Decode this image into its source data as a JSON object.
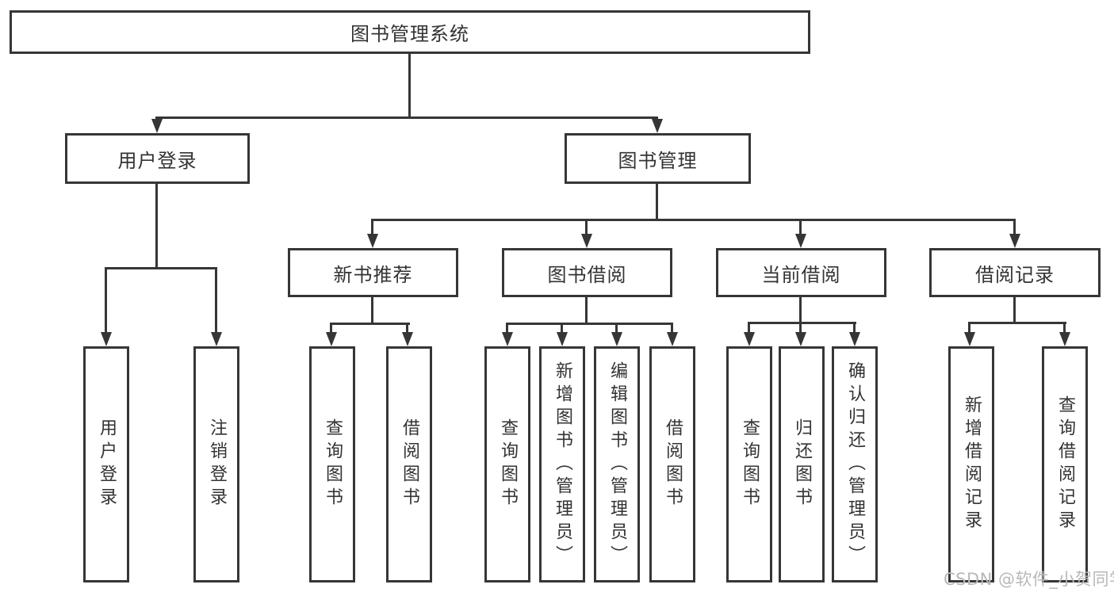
{
  "diagram": {
    "type": "tree",
    "title": "图书管理系统",
    "colors": {
      "line": "#363636",
      "text": "#333333",
      "background": "#ffffff",
      "watermark": "#b8b8b8"
    },
    "nodes": {
      "root": "图书管理系统",
      "l2_user_login": "用户登录",
      "l2_book_mgmt": "图书管理",
      "l3_new_book_rec": "新书推荐",
      "l3_book_borrow": "图书借阅",
      "l3_current_borrow": "当前借阅",
      "l3_borrow_records": "借阅记录",
      "leaf_user_login": "用户登录",
      "leaf_logout": "注销登录",
      "leaf_query_books_1": "查询图书",
      "leaf_borrow_books_1": "借阅图书",
      "leaf_query_books_2": "查询图书",
      "leaf_add_books_admin": "新增图书（管理员）",
      "leaf_edit_books_admin": "编辑图书（管理员）",
      "leaf_borrow_books_2": "借阅图书",
      "leaf_query_books_3": "查询图书",
      "leaf_return_books": "归还图书",
      "leaf_confirm_return_admin": "确认归还（管理员）",
      "leaf_add_borrow_record": "新增借阅记录",
      "leaf_query_borrow_record": "查询借阅记录"
    },
    "hierarchy": {
      "图书管理系统": {
        "用户登录": [
          "用户登录",
          "注销登录"
        ],
        "图书管理": {
          "新书推荐": [
            "查询图书",
            "借阅图书"
          ],
          "图书借阅": [
            "查询图书",
            "新增图书（管理员）",
            "编辑图书（管理员）",
            "借阅图书"
          ],
          "当前借阅": [
            "查询图书",
            "归还图书",
            "确认归还（管理员）"
          ],
          "借阅记录": [
            "新增借阅记录",
            "查询借阅记录"
          ]
        }
      }
    },
    "watermark": "CSDN @软件_小贺同学"
  }
}
